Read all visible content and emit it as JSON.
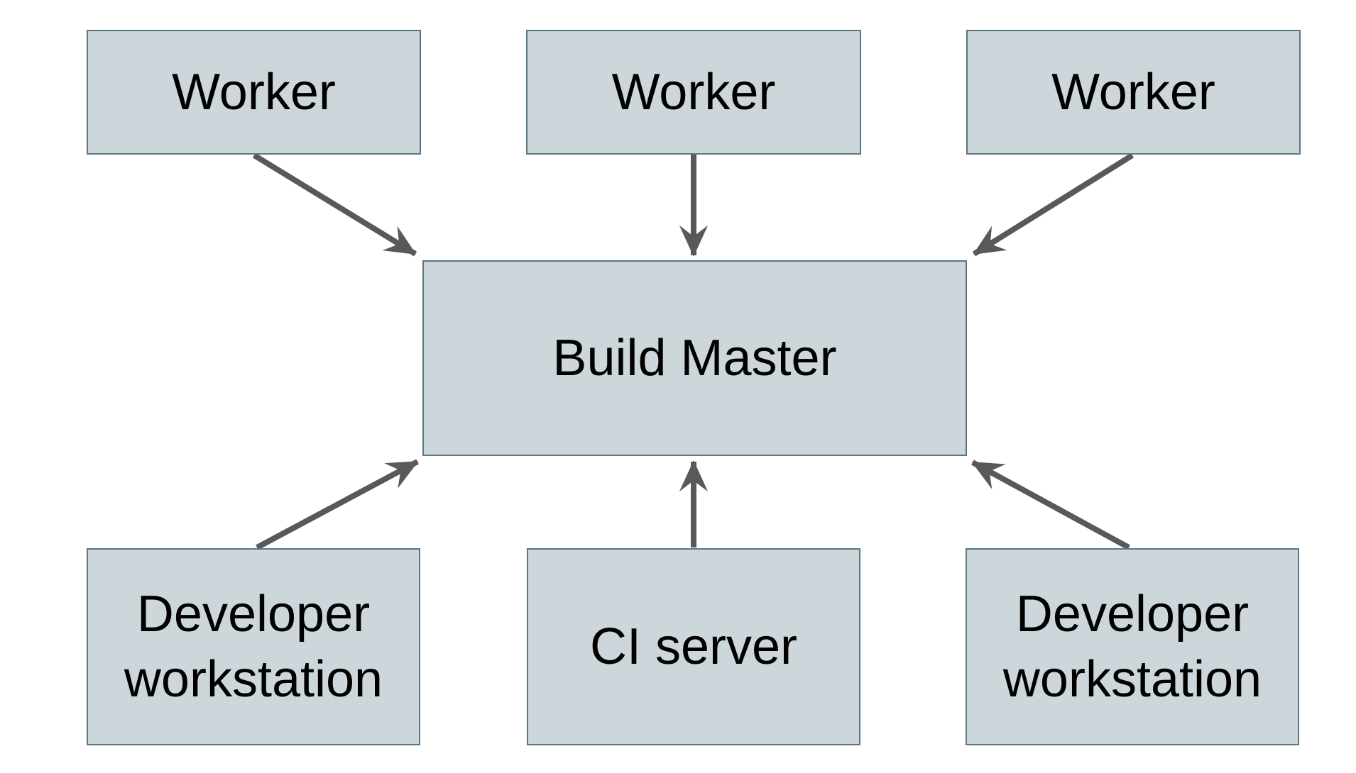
{
  "diagram": {
    "nodes": [
      {
        "id": "worker-1",
        "label": "Worker"
      },
      {
        "id": "worker-2",
        "label": "Worker"
      },
      {
        "id": "worker-3",
        "label": "Worker"
      },
      {
        "id": "build-master",
        "label": "Build Master"
      },
      {
        "id": "dev-workstation-left",
        "label": "Developer workstation"
      },
      {
        "id": "ci-server",
        "label": "CI server"
      },
      {
        "id": "dev-workstation-right",
        "label": "Developer workstation"
      }
    ],
    "edges": [
      {
        "from": "worker-1",
        "to": "build-master",
        "direction": "into-build-master"
      },
      {
        "from": "worker-2",
        "to": "build-master",
        "direction": "into-build-master"
      },
      {
        "from": "worker-3",
        "to": "build-master",
        "direction": "into-build-master"
      },
      {
        "from": "dev-workstation-left",
        "to": "build-master",
        "direction": "into-build-master"
      },
      {
        "from": "ci-server",
        "to": "build-master",
        "direction": "into-build-master"
      },
      {
        "from": "dev-workstation-right",
        "to": "build-master",
        "direction": "into-build-master"
      }
    ],
    "colors": {
      "background": "#ffffff",
      "node_fill": "#cdd6da",
      "node_border": "#5b7684",
      "arrow": "#595959",
      "text": "#000000"
    }
  }
}
